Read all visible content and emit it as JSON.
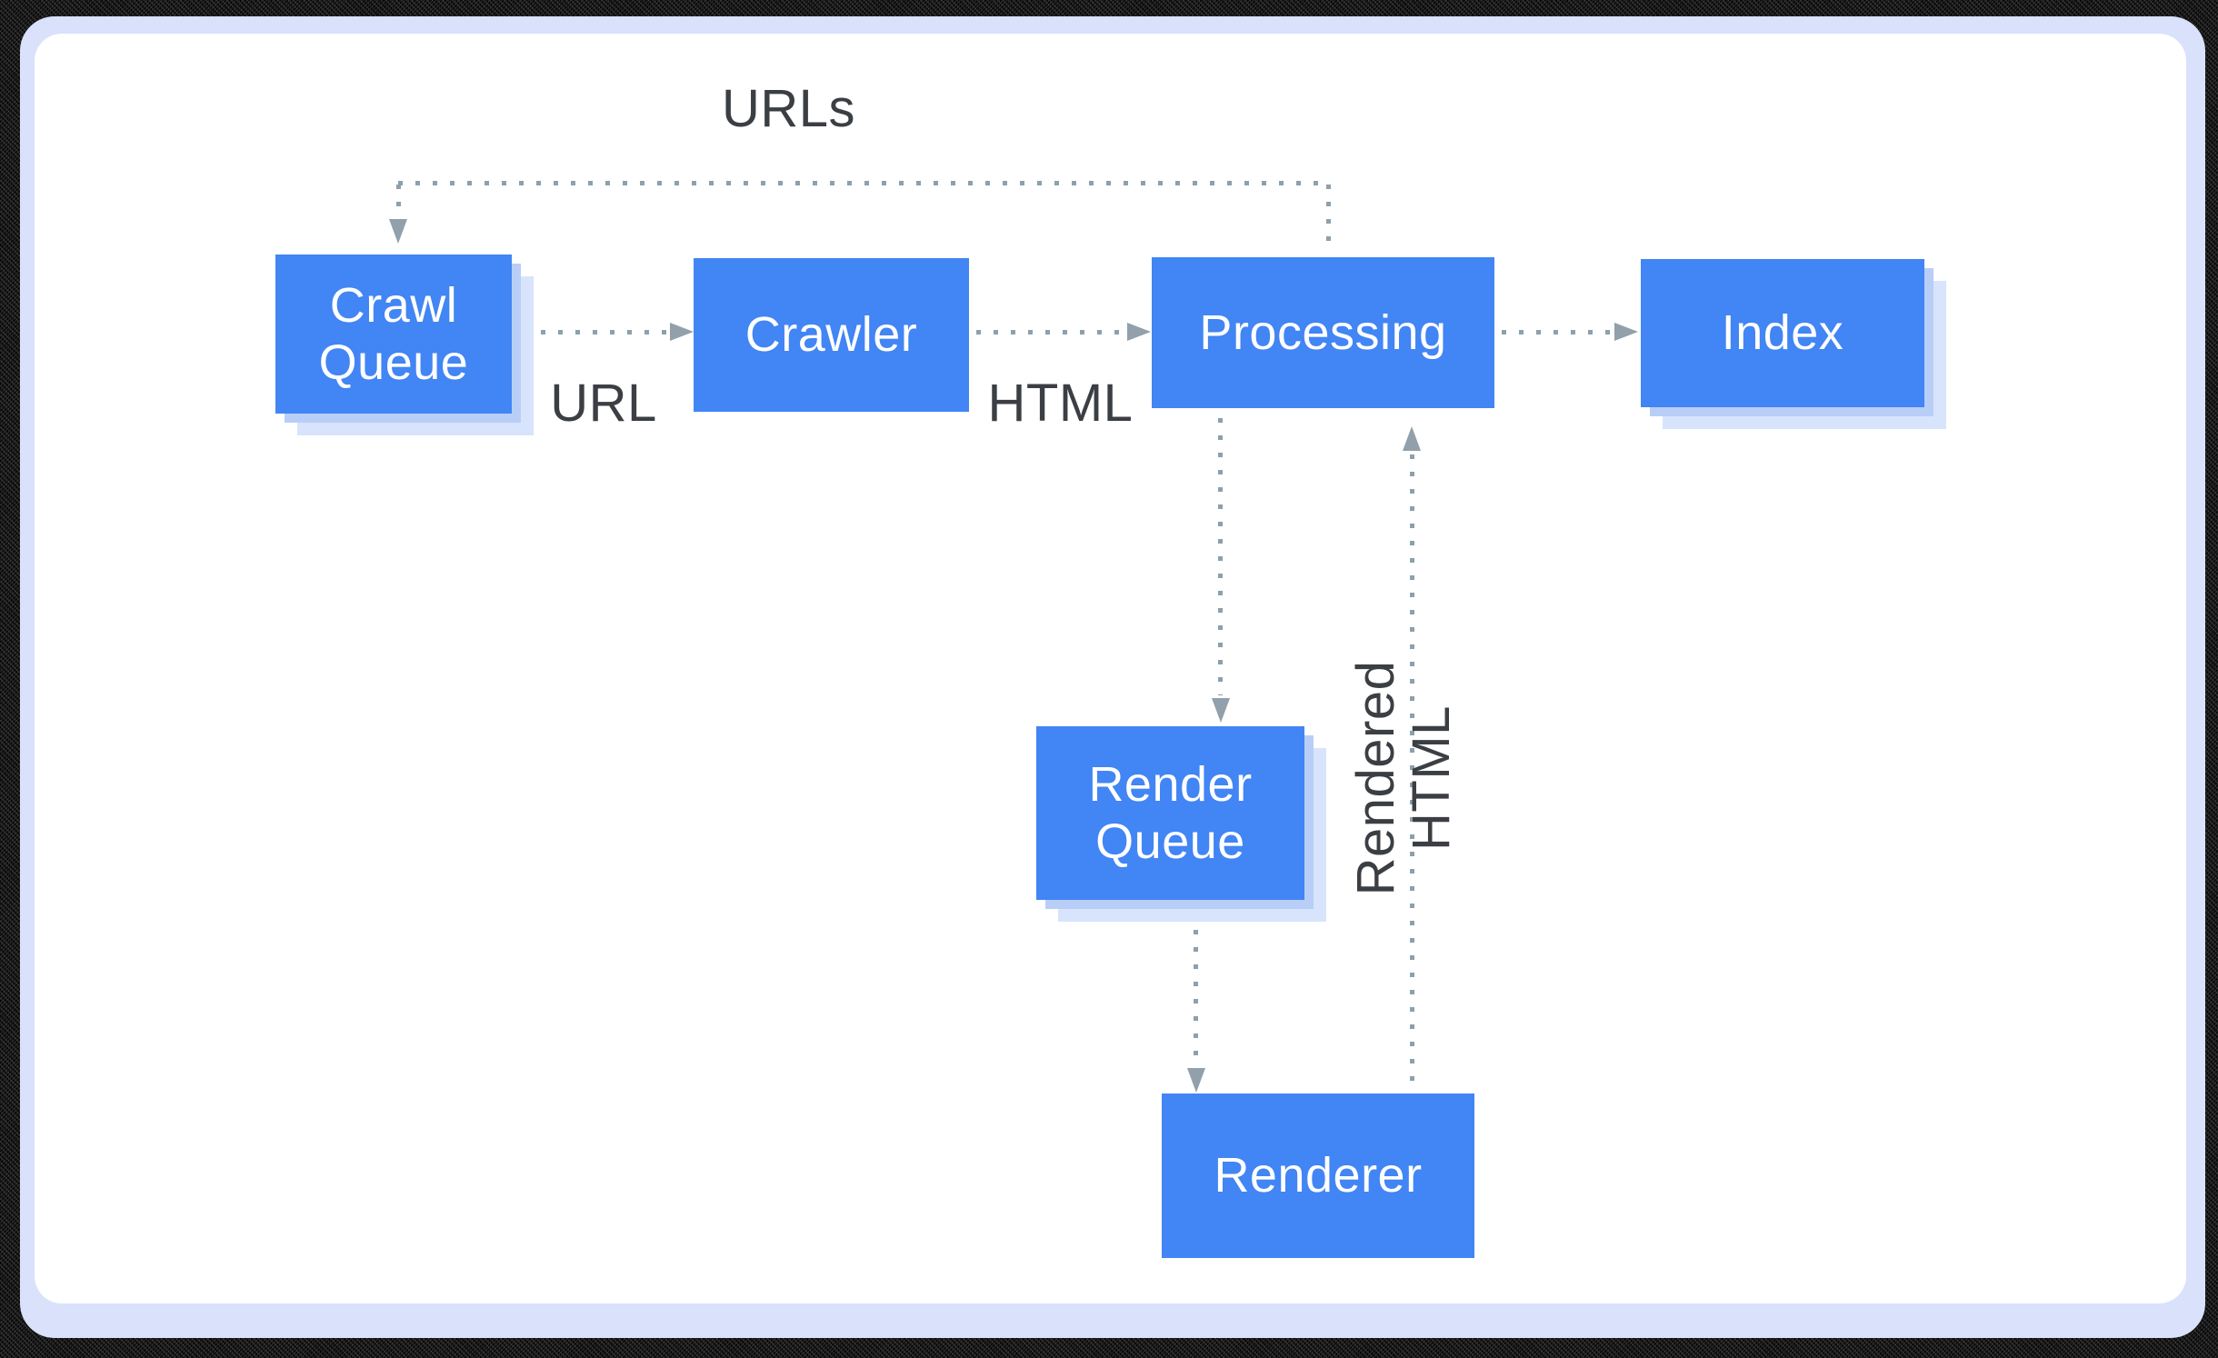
{
  "colors": {
    "background": "#121212",
    "frame": "#d9e1fb",
    "card": "#ffffff",
    "node": "#4285f4",
    "node_text": "#ffffff",
    "shadow_near": "#b9cef7",
    "shadow_far": "#d8e4fc",
    "connector": "#8da0ab",
    "arrowhead": "#91a0aa",
    "label": "#3b3f44"
  },
  "nodes": {
    "crawl_queue": {
      "label": "Crawl\nQueue"
    },
    "crawler": {
      "label": "Crawler"
    },
    "processing": {
      "label": "Processing"
    },
    "index": {
      "label": "Index"
    },
    "render_queue": {
      "label": "Render\nQueue"
    },
    "renderer": {
      "label": "Renderer"
    }
  },
  "edge_labels": {
    "urls": "URLs",
    "url": "URL",
    "html": "HTML",
    "rendered_html": "Rendered HTML"
  }
}
